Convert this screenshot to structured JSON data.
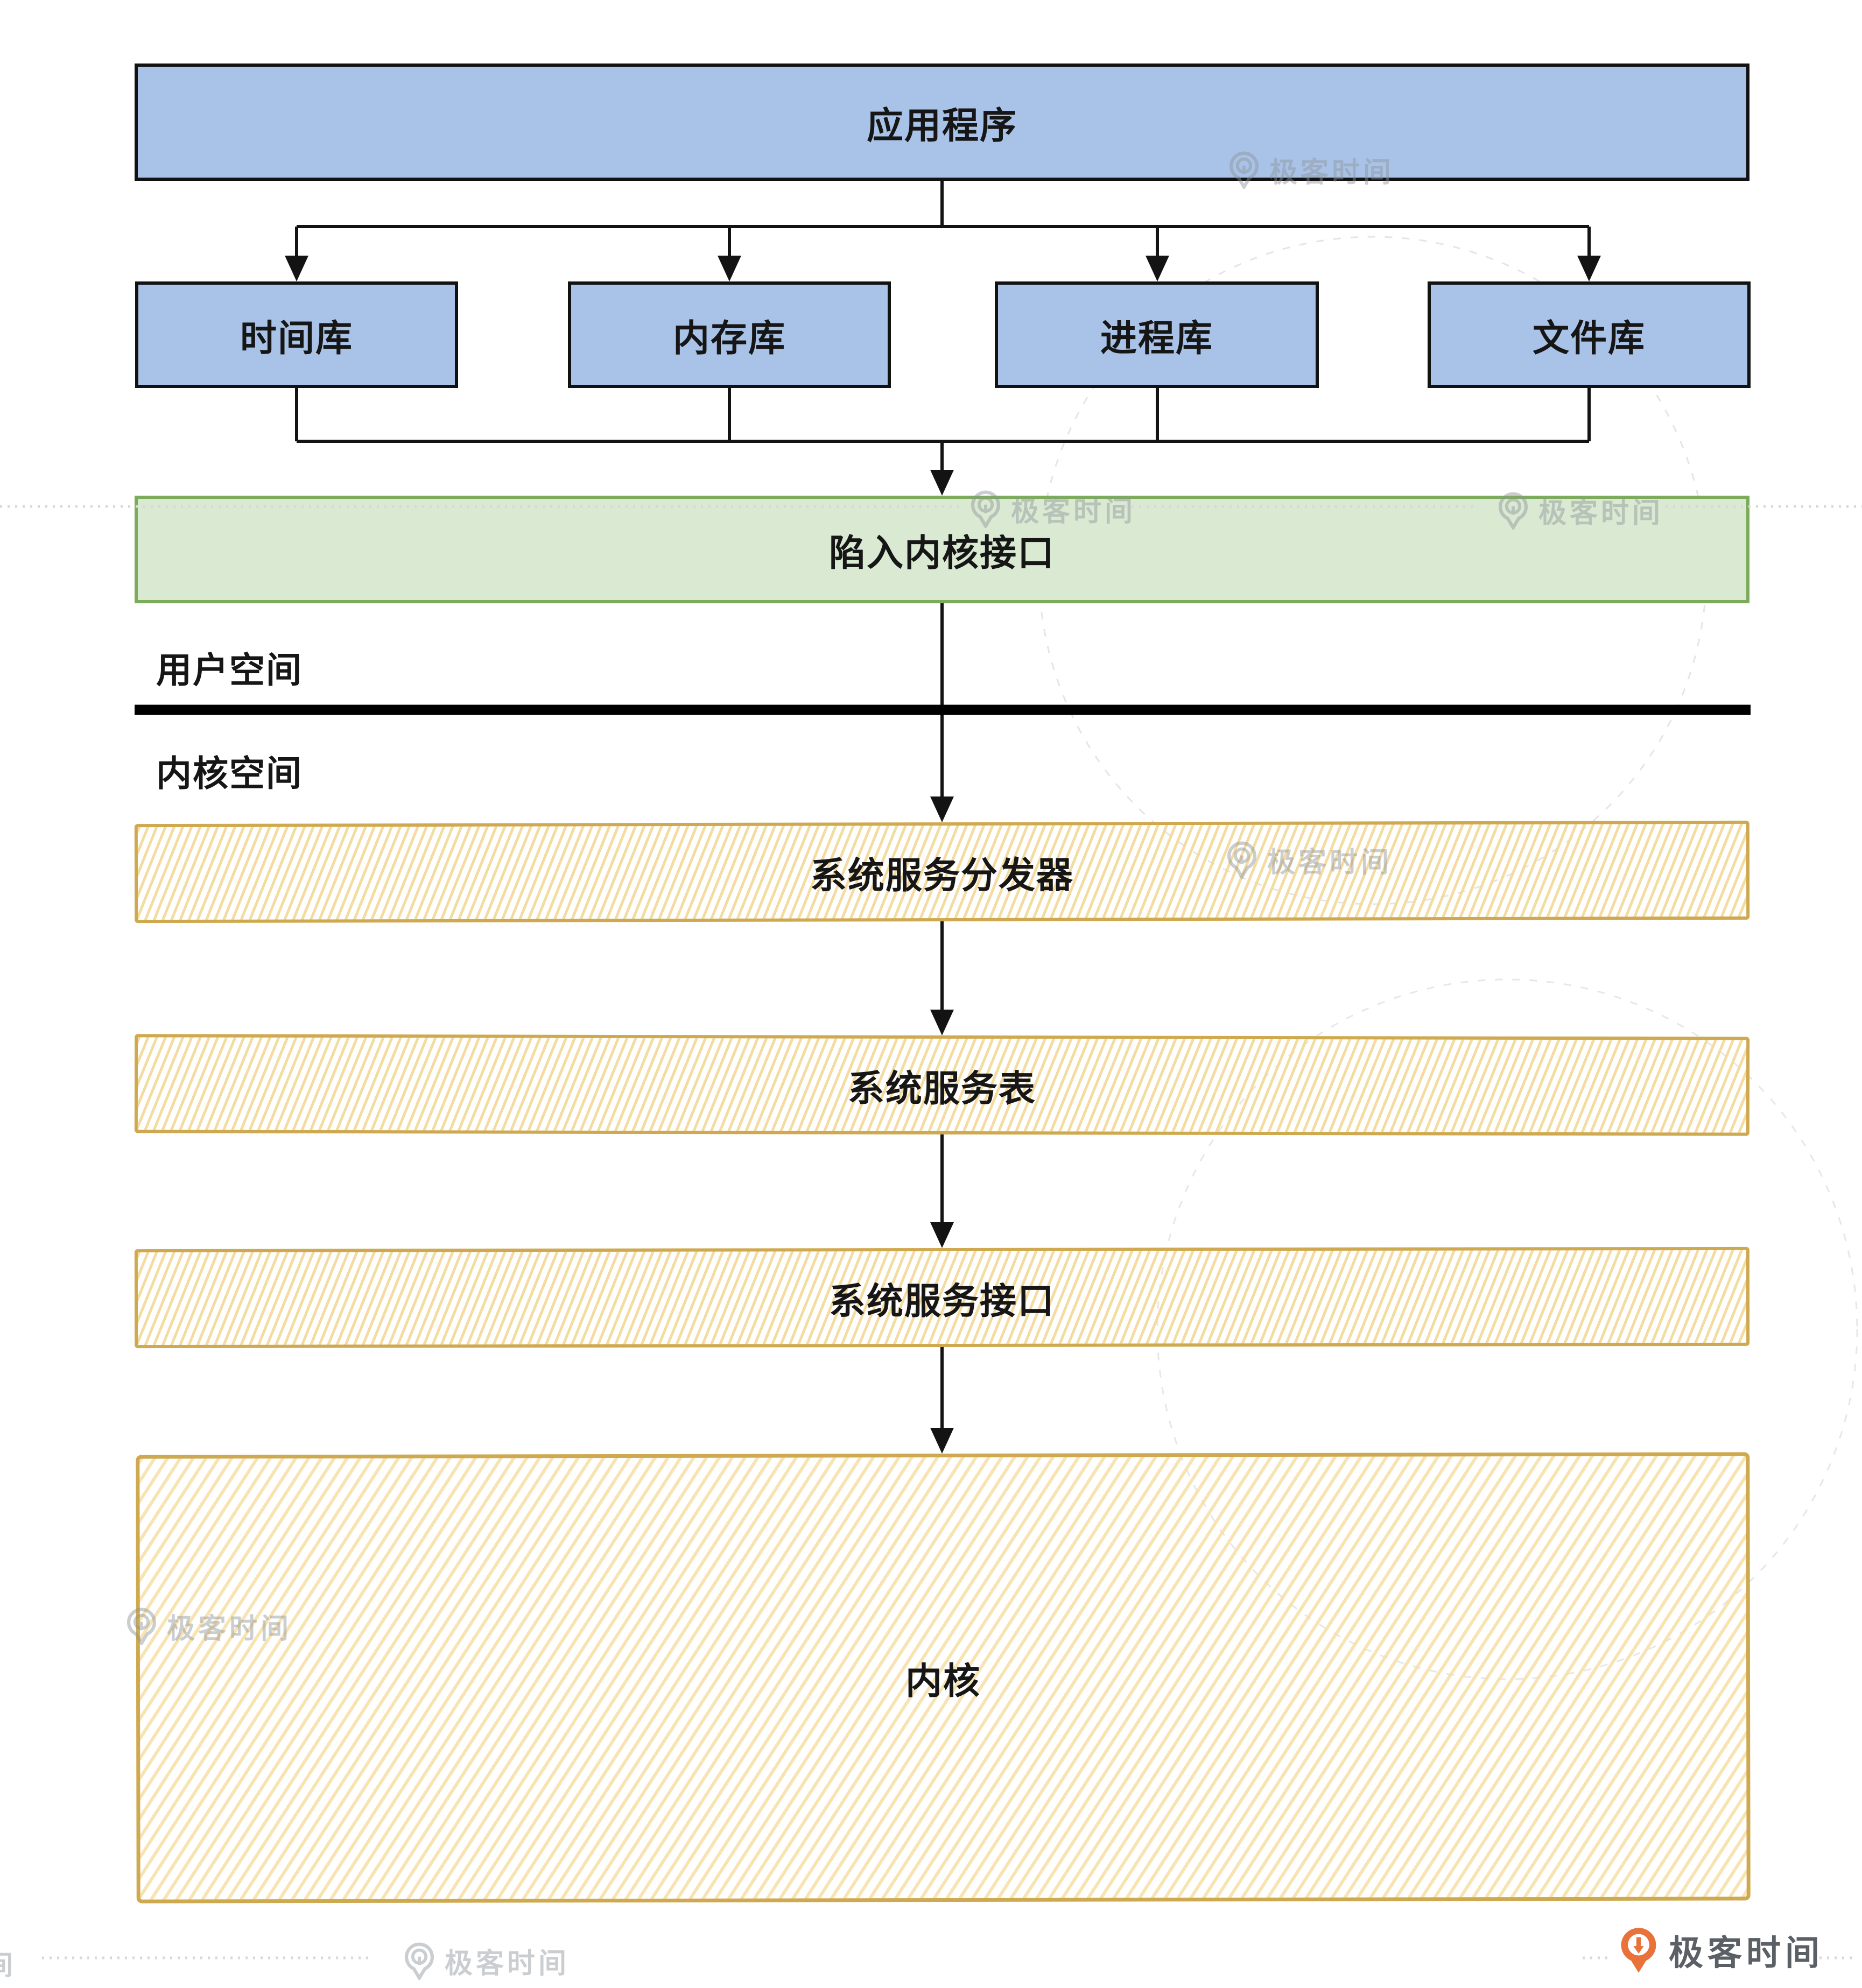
{
  "diagram": {
    "app_box": {
      "label": "应用程序"
    },
    "libraries": [
      {
        "label": "时间库"
      },
      {
        "label": "内存库"
      },
      {
        "label": "进程库"
      },
      {
        "label": "文件库"
      }
    ],
    "trap_box": {
      "label": "陷入内核接口"
    },
    "user_space_label": "用户空间",
    "kernel_space_label": "内核空间",
    "kernel_boxes": [
      {
        "label": "系统服务分发器"
      },
      {
        "label": "系统服务表"
      },
      {
        "label": "系统服务接口"
      }
    ],
    "kernel_box": {
      "label": "内核"
    }
  },
  "watermark": {
    "text": "极客时间",
    "partial_glyph": "间"
  },
  "footer_logo": {
    "text": "极客时间"
  },
  "colors": {
    "app_fill": "#a9c3e8",
    "app_border": "#121212",
    "trap_fill": "#d9e9d2",
    "trap_border": "#7dab5c",
    "hatch_fill": "#f2d99a",
    "hatch_border": "#cfa94f",
    "separator": "#000000",
    "watermark_gray": "#8e949a",
    "logo_orange": "#e8723a",
    "logo_text_gray": "#5b6066",
    "text": "#161616"
  }
}
